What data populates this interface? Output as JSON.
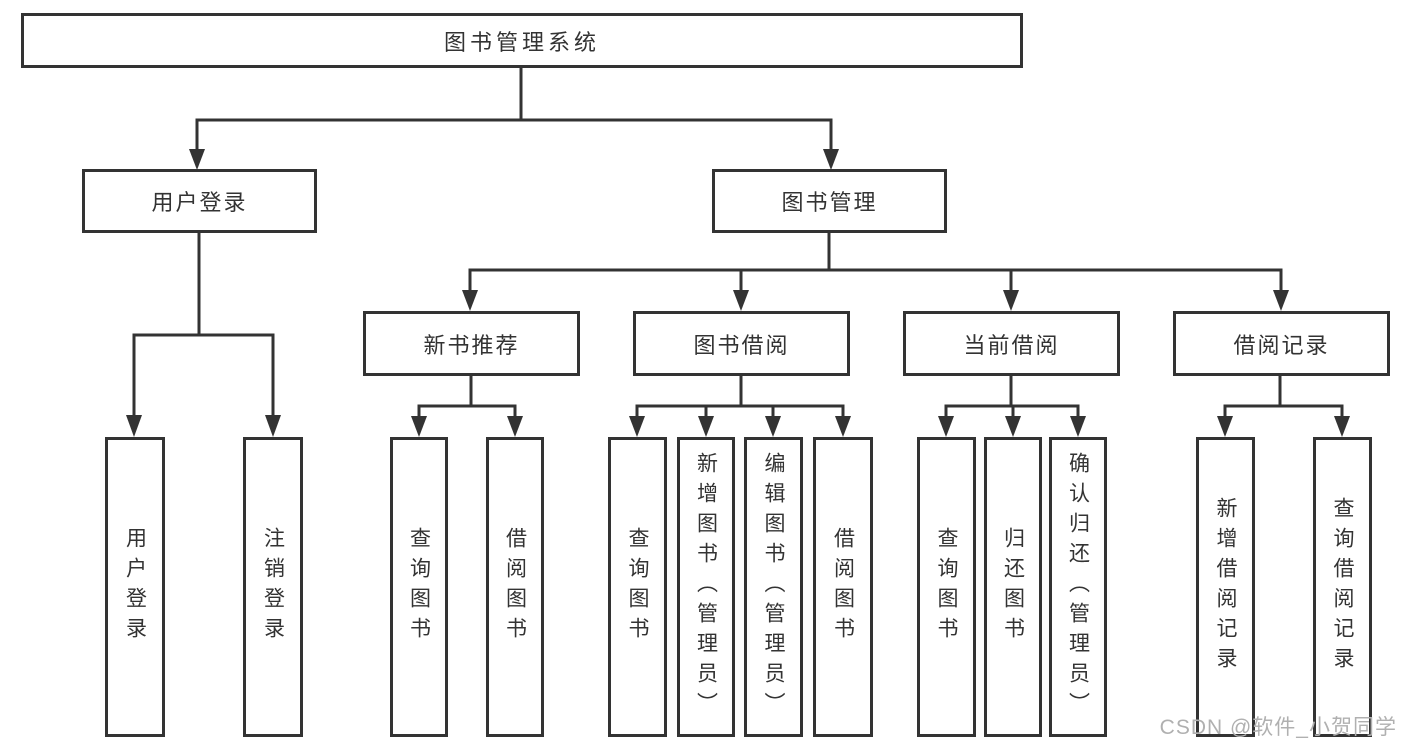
{
  "tree": {
    "root": {
      "label": "图书管理系统"
    },
    "branches": [
      {
        "label": "用户登录",
        "leaves": [
          {
            "label": "用户登录"
          },
          {
            "label": "注销登录"
          }
        ]
      },
      {
        "label": "图书管理",
        "groups": [
          {
            "label": "新书推荐",
            "leaves": [
              {
                "label": "查询图书"
              },
              {
                "label": "借阅图书"
              }
            ]
          },
          {
            "label": "图书借阅",
            "leaves": [
              {
                "label": "查询图书"
              },
              {
                "label": "新增图书（管理员）"
              },
              {
                "label": "编辑图书（管理员）"
              },
              {
                "label": "借阅图书"
              }
            ]
          },
          {
            "label": "当前借阅",
            "leaves": [
              {
                "label": "查询图书"
              },
              {
                "label": "归还图书"
              },
              {
                "label": "确认归还（管理员）"
              }
            ]
          },
          {
            "label": "借阅记录",
            "leaves": [
              {
                "label": "新增借阅记录"
              },
              {
                "label": "查询借阅记录"
              }
            ]
          }
        ]
      }
    ]
  },
  "watermark": {
    "text": "CSDN @软件_小贺同学"
  },
  "colors": {
    "line": "#333333",
    "box_border": "#333333",
    "box_fill": "#ffffff",
    "text": "#333333",
    "watermark": "#b0b0b0"
  }
}
